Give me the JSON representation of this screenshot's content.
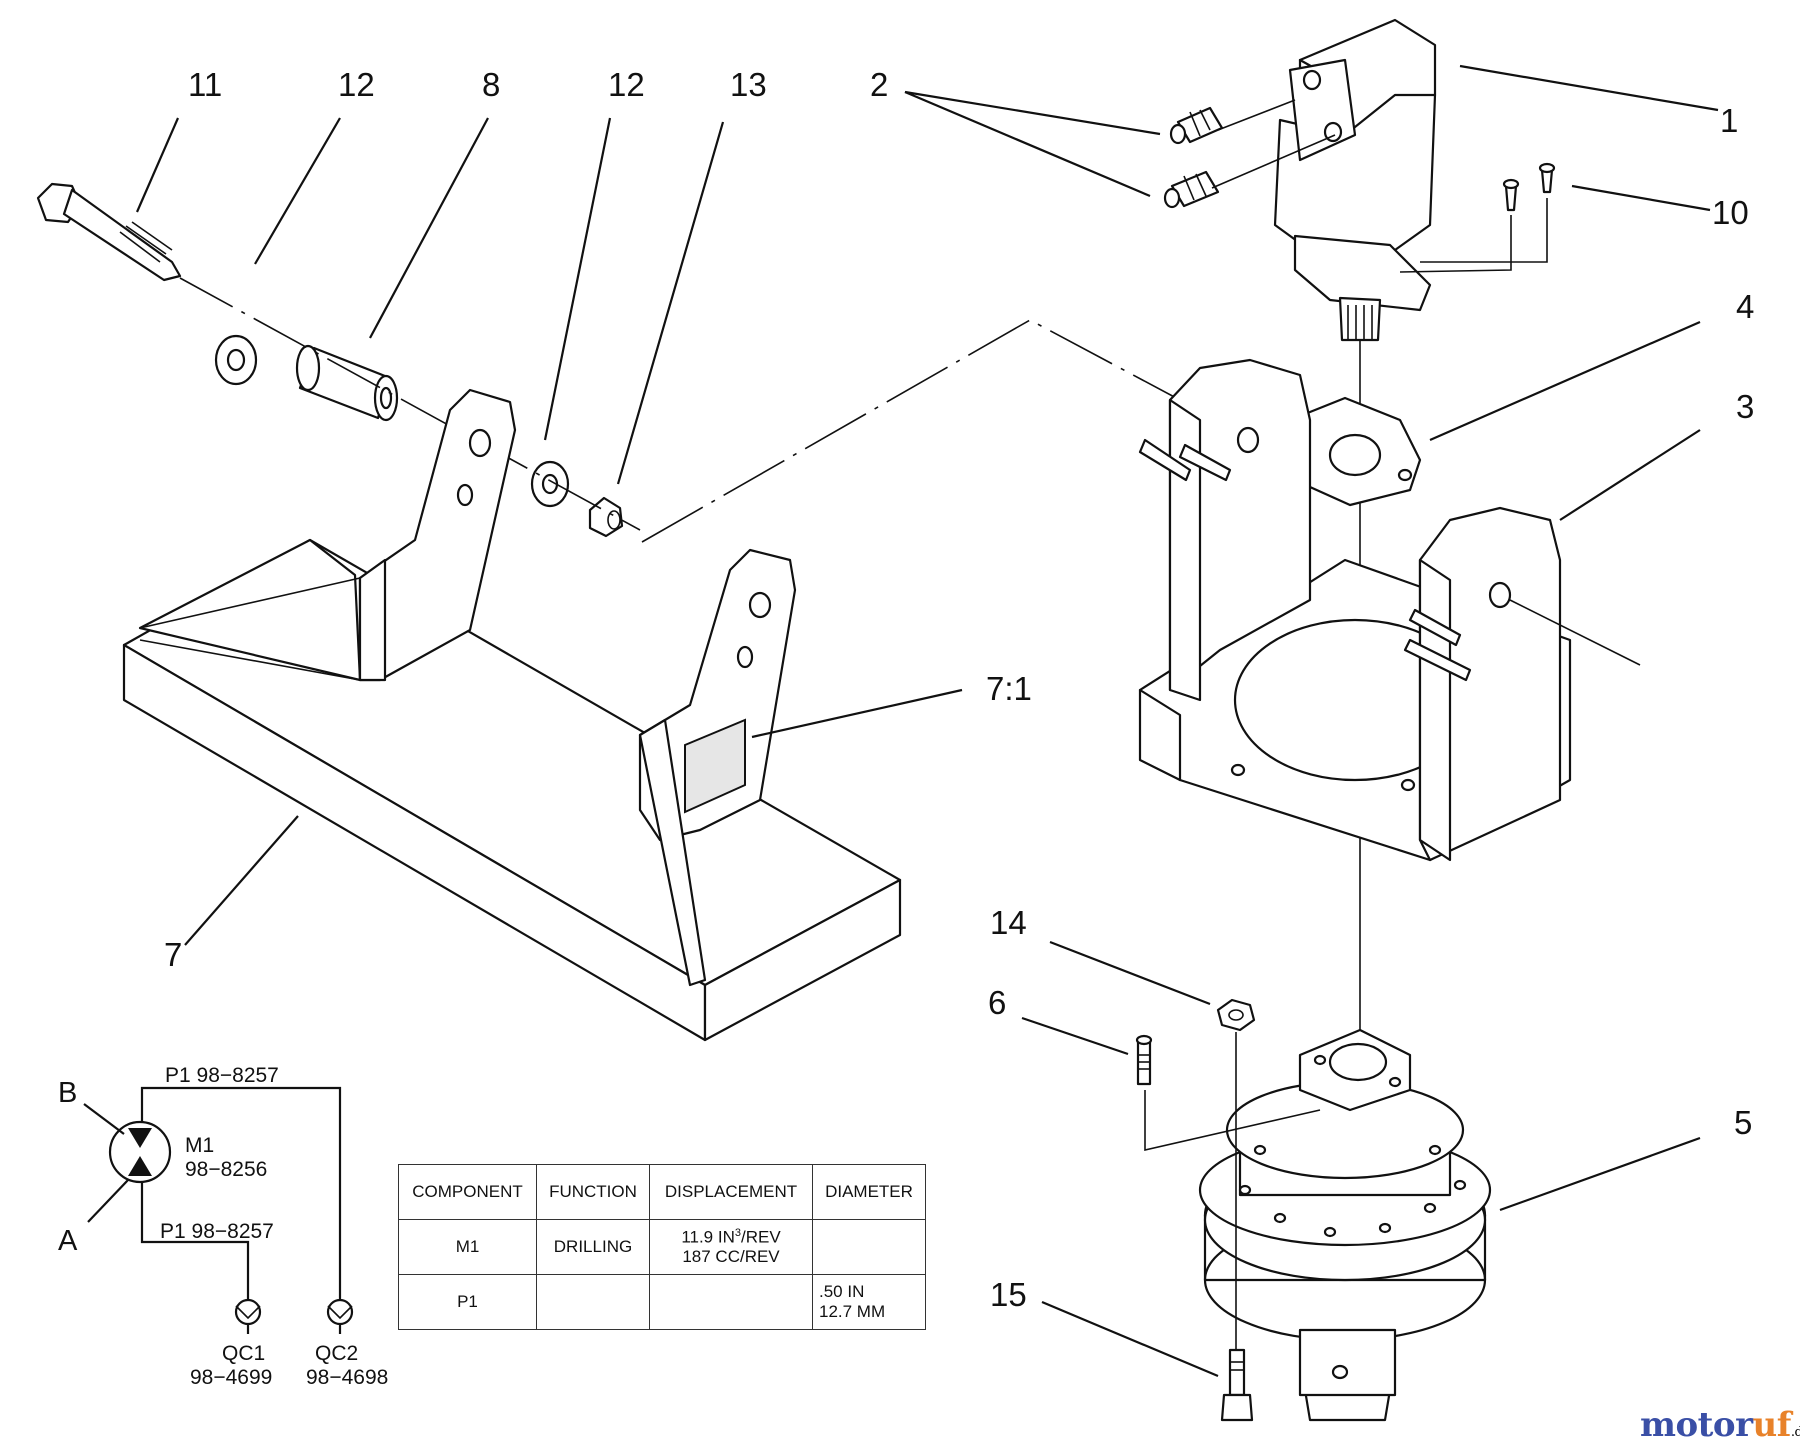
{
  "callouts": {
    "c11": "11",
    "c12a": "12",
    "c8": "8",
    "c12b": "12",
    "c13": "13",
    "c2": "2",
    "c1": "1",
    "c10": "10",
    "c4": "4",
    "c3": "3",
    "c71": "7:1",
    "c7": "7",
    "c14": "14",
    "c6": "6",
    "c5": "5",
    "c15": "15"
  },
  "schematic": {
    "port_b": "B",
    "port_a": "A",
    "motor_name": "M1",
    "motor_part": "98−8256",
    "p1_top": "P1 98−8257",
    "p1_bottom": "P1 98−8257",
    "qc1_name": "QC1",
    "qc1_part": "98−4699",
    "qc2_name": "QC2",
    "qc2_part": "98−4698"
  },
  "table": {
    "headers": [
      "COMPONENT",
      "FUNCTION",
      "DISPLACEMENT",
      "DIAMETER"
    ],
    "rows": [
      {
        "component": "M1",
        "function": "DRILLING",
        "disp_line1_pre": "11.9 IN",
        "disp_line1_sup": "3",
        "disp_line1_post": "/REV",
        "disp_line2": "187 CC/REV",
        "dia_line1": "",
        "dia_line2": ""
      },
      {
        "component": "P1",
        "function": "",
        "disp_line1_pre": "",
        "disp_line1_sup": "",
        "disp_line1_post": "",
        "disp_line2": "",
        "dia_line1": ".50 IN",
        "dia_line2": "12.7 MM"
      }
    ]
  },
  "watermark": {
    "brand": "motoruf",
    "tld": ".de"
  },
  "colors": {
    "ink": "#111111",
    "logo_blue": "#3a4fa6",
    "logo_orange": "#e8822a"
  }
}
